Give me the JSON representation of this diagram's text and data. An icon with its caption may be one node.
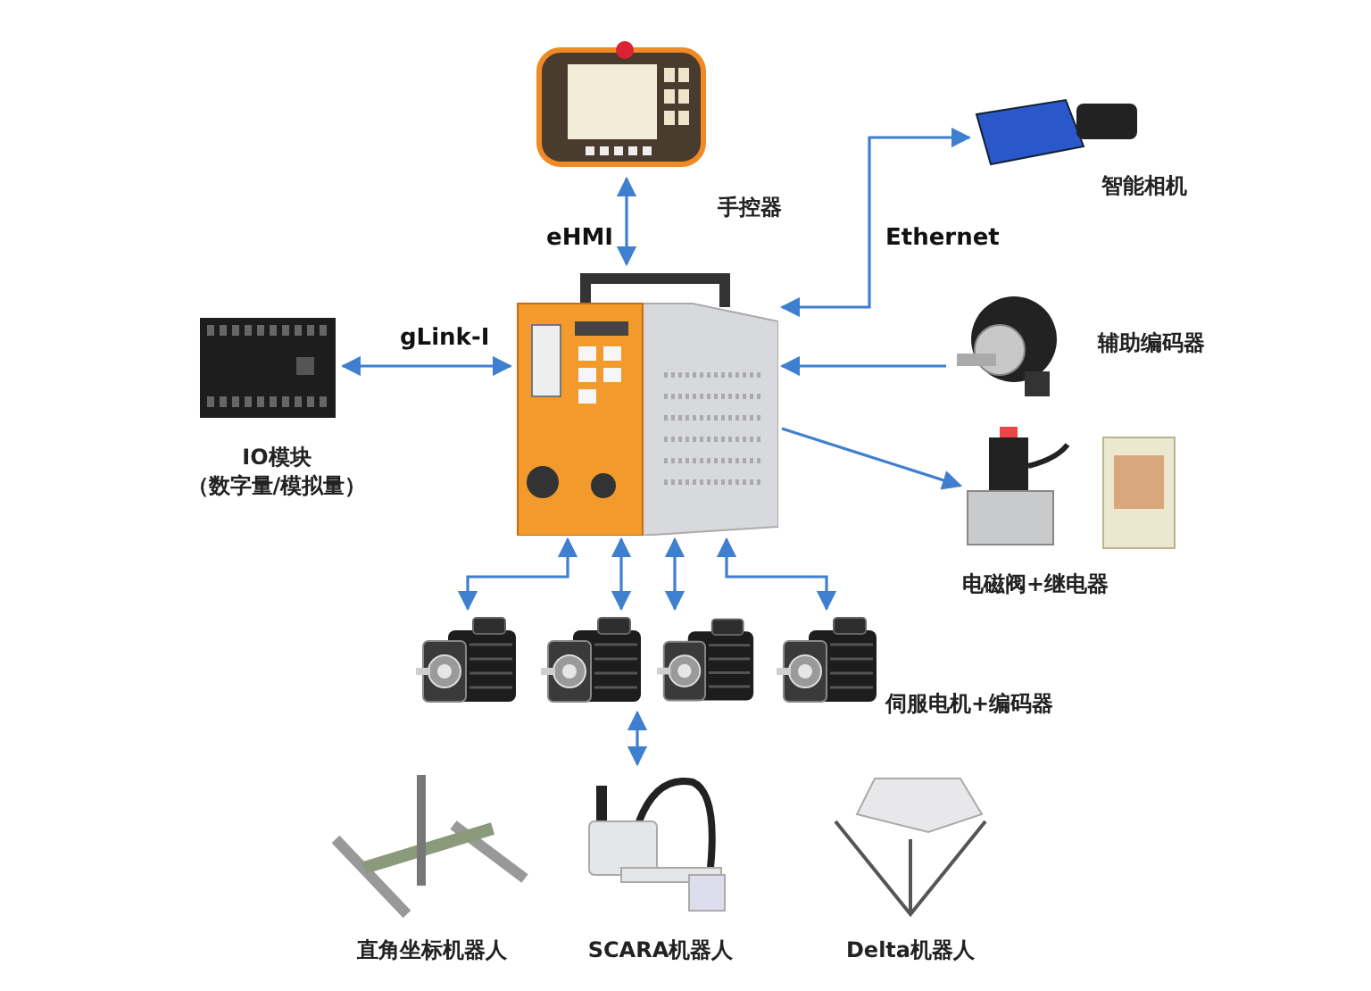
{
  "diagram": {
    "nodes": [
      {
        "text": [],
        "shape": "picture"
      },
      {
        "text": [
          "手控器"
        ]
      },
      {
        "text": [
          "智能相机"
        ]
      },
      {
        "text": [
          "辅助编码器"
        ]
      },
      {
        "text": [
          "电磁阀+继电器"
        ]
      },
      {
        "text": [
          "IO模块",
          "（数字量/模拟量）"
        ]
      },
      {
        "text": [],
        "shape": "picture"
      },
      {
        "text": [],
        "shape": "picture"
      },
      {
        "text": [],
        "shape": "picture"
      },
      {
        "text": [],
        "shape": "picture",
        "beside": [
          "伺服电机+编码器"
        ]
      },
      {
        "text": [
          "直角坐标机器人"
        ]
      },
      {
        "text": [
          "SCARA机器人"
        ]
      },
      {
        "text": [
          "Delta机器人"
        ]
      }
    ],
    "edges": [
      {
        "from": 0,
        "to": 1,
        "arrow": "both",
        "label": "eHMI"
      },
      {
        "from": 0,
        "to": 2,
        "arrow": "both",
        "label": "Ethernet"
      },
      {
        "from": 3,
        "to": 0,
        "arrow": "to"
      },
      {
        "from": 0,
        "to": 4,
        "arrow": "to"
      },
      {
        "from": 5,
        "to": 0,
        "arrow": "both",
        "label": "gLink-I"
      },
      {
        "from": 0,
        "to": 6,
        "arrow": "both"
      },
      {
        "from": 0,
        "to": 7,
        "arrow": "both"
      },
      {
        "from": 0,
        "to": 8,
        "arrow": "both"
      },
      {
        "from": 0,
        "to": 9,
        "arrow": "both"
      },
      {
        "from": 7,
        "to": 11,
        "arrow": "both"
      }
    ]
  }
}
